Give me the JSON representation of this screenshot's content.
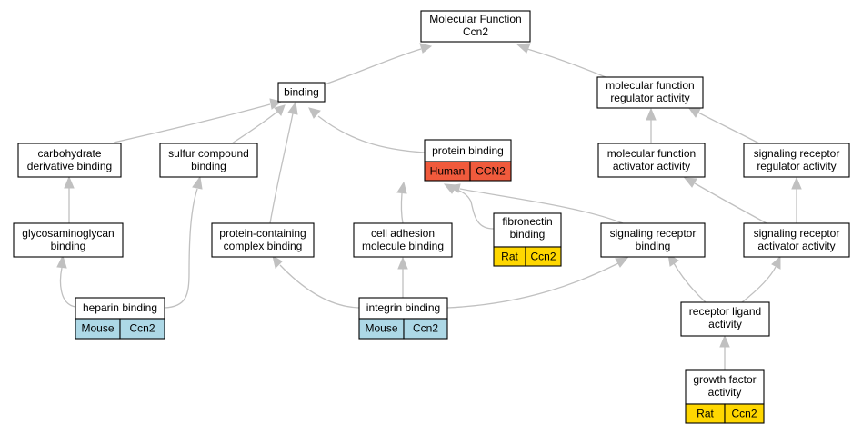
{
  "colors": {
    "edge": "#c0c0c0",
    "human": "#f05a3c",
    "mouse": "#add8e6",
    "rat": "#ffd700"
  },
  "nodes": {
    "root": [
      "Molecular Function",
      "Ccn2"
    ],
    "binding": [
      "binding"
    ],
    "mf_regulator": [
      "molecular function",
      "regulator activity"
    ],
    "carb_deriv": [
      "carbohydrate",
      "derivative binding"
    ],
    "sulfur": [
      "sulfur compound",
      "binding"
    ],
    "protein_binding": [
      "protein binding"
    ],
    "mf_activator": [
      "molecular function",
      "activator activity"
    ],
    "sig_rec_reg": [
      "signaling receptor",
      "regulator activity"
    ],
    "gag": [
      "glycosaminoglycan",
      "binding"
    ],
    "prot_complex": [
      "protein-containing",
      "complex binding"
    ],
    "cell_adh": [
      "cell adhesion",
      "molecule binding"
    ],
    "fibronectin": [
      "fibronectin",
      "binding"
    ],
    "sig_rec_bind": [
      "signaling receptor",
      "binding"
    ],
    "sig_rec_act": [
      "signaling receptor",
      "activator activity"
    ],
    "heparin": [
      "heparin binding"
    ],
    "integrin": [
      "integrin binding"
    ],
    "rec_ligand": [
      "receptor ligand",
      "activity"
    ],
    "growth_factor": [
      "growth factor",
      "activity"
    ]
  },
  "annotations": {
    "protein_binding": [
      "Human",
      "CCN2"
    ],
    "fibronectin": [
      "Rat",
      "Ccn2"
    ],
    "heparin": [
      "Mouse",
      "Ccn2"
    ],
    "integrin": [
      "Mouse",
      "Ccn2"
    ],
    "growth_factor": [
      "Rat",
      "Ccn2"
    ]
  }
}
